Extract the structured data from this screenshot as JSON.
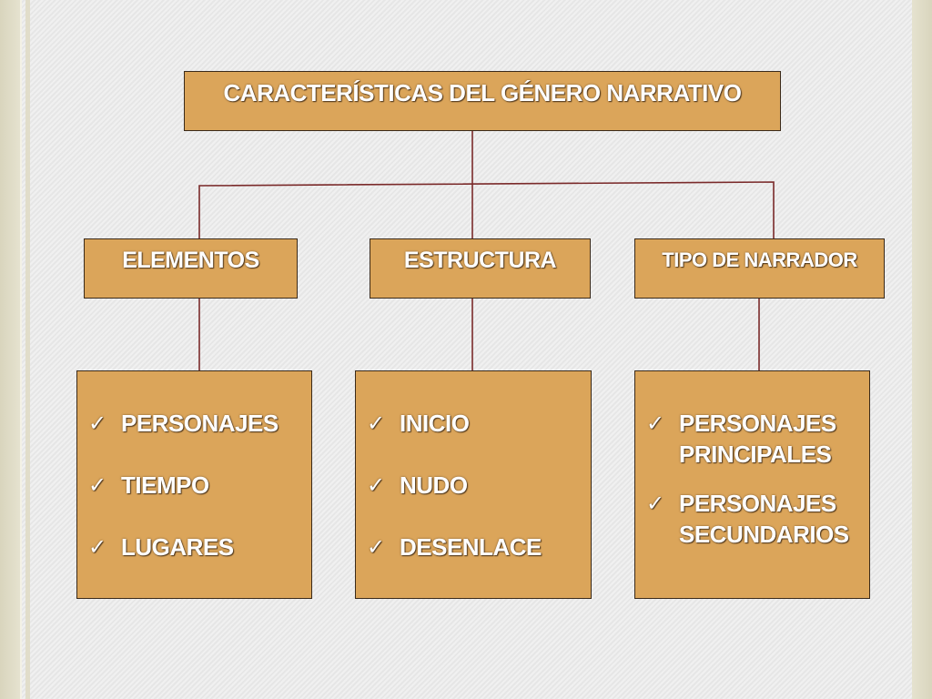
{
  "diagram": {
    "title": "CARACTERÍSTICAS DEL GÉNERO NARRATIVO",
    "categories": [
      {
        "label": "ELEMENTOS",
        "items": [
          "PERSONAJES",
          "TIEMPO",
          "LUGARES"
        ]
      },
      {
        "label": "ESTRUCTURA",
        "items": [
          "INICIO",
          "NUDO",
          "DESENLACE"
        ]
      },
      {
        "label": "TIPO DE NARRADOR",
        "items": [
          "PERSONAJES PRINCIPALES",
          "PERSONAJES SECUNDARIOS"
        ]
      }
    ],
    "check_icon": "✓"
  },
  "colors": {
    "box_fill": "#dba55a",
    "box_border": "#3a2a1a",
    "connector": "#7a2a2a",
    "text": "#ffffff"
  }
}
